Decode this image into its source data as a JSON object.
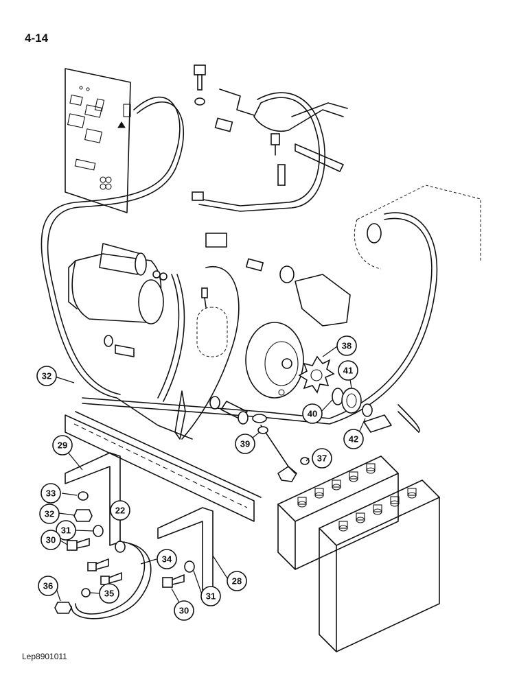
{
  "page": {
    "title": "4-14",
    "footer_code": "Lep8901011"
  },
  "callouts": [
    {
      "id": "c38",
      "label": "38"
    },
    {
      "id": "c41",
      "label": "41"
    },
    {
      "id": "c32a",
      "label": "32"
    },
    {
      "id": "c40",
      "label": "40"
    },
    {
      "id": "c42",
      "label": "42"
    },
    {
      "id": "c29",
      "label": "29"
    },
    {
      "id": "c39",
      "label": "39"
    },
    {
      "id": "c37",
      "label": "37"
    },
    {
      "id": "c33",
      "label": "33"
    },
    {
      "id": "c32b",
      "label": "32"
    },
    {
      "id": "c22",
      "label": "22"
    },
    {
      "id": "c31a",
      "label": "31"
    },
    {
      "id": "c30a",
      "label": "30"
    },
    {
      "id": "c34",
      "label": "34"
    },
    {
      "id": "c28",
      "label": "28"
    },
    {
      "id": "c36",
      "label": "36"
    },
    {
      "id": "c35",
      "label": "35"
    },
    {
      "id": "c31b",
      "label": "31"
    },
    {
      "id": "c30b",
      "label": "30"
    }
  ]
}
